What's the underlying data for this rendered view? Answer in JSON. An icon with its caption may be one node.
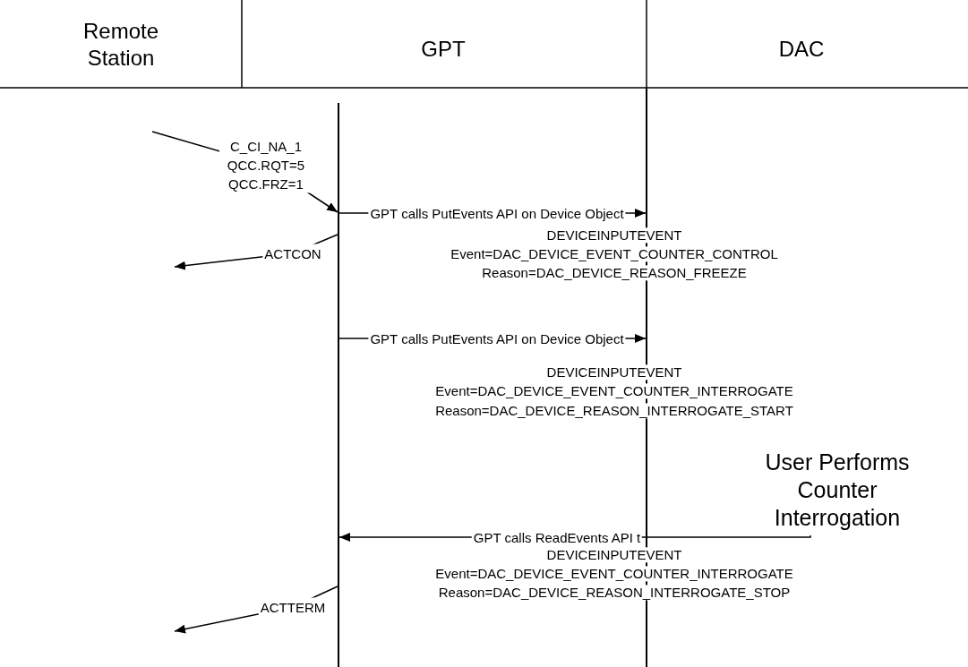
{
  "diagram": {
    "nodes": [
      {
        "text": [
          "Remote Station"
        ]
      },
      {
        "text": [
          "GPT"
        ]
      },
      {
        "text": [
          "DAC"
        ]
      },
      {
        "text": [],
        "shape": "bar"
      },
      {
        "text": [],
        "shape": "bar"
      },
      {
        "text": [
          "User Performs Counter Interrogation"
        ]
      }
    ],
    "edges": [
      {
        "from": null,
        "to": 3,
        "arrow": "to",
        "label": "C_CI_NA_1 QCC.RQT=5 QCC.FRZ=1"
      },
      {
        "from": 3,
        "to": 4,
        "arrow": "to",
        "label": "GPT calls PutEvents API on Device Object"
      },
      {
        "from": 3,
        "to": null,
        "arrow": "to",
        "label": "ACTCON"
      },
      {
        "from": 3,
        "to": 4,
        "arrow": "to",
        "label": "GPT calls PutEvents API on Device Object"
      },
      {
        "from": 5,
        "to": 3,
        "arrow": "to",
        "label": "GPT calls ReadEvents API t"
      },
      {
        "from": 3,
        "to": null,
        "arrow": "to",
        "label": "ACTTERM"
      }
    ],
    "labels": [
      "DEVICEINPUTEVENT",
      "Event=DAC_DEVICE_EVENT_COUNTER_CONTROL",
      "Reason=DAC_DEVICE_REASON_FREEZE",
      "DEVICEINPUTEVENT",
      "Event=DAC_DEVICE_EVENT_COUNTER_INTERROGATE",
      "Reason=DAC_DEVICE_REASON_INTERROGATE_START",
      "DEVICEINPUTEVENT",
      "Event=DAC_DEVICE_EVENT_COUNTER_INTERROGATE",
      "Reason=DAC_DEVICE_REASON_INTERROGATE_STOP"
    ]
  }
}
